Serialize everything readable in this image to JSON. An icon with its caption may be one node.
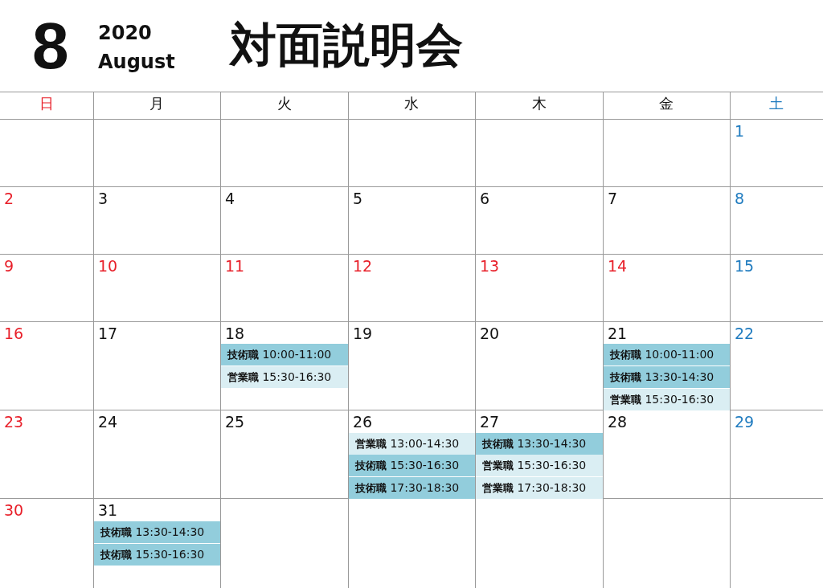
{
  "diagram": {
    "title": "対面説明会",
    "nodes": [
      {
        "text": [
          "**技術職** 10:00-11:00"
        ]
      },
      {
        "text": [
          "**営業職** 15:30-16:30"
        ]
      },
      {
        "text": [
          "**技術職** 10:00-11:00"
        ]
      },
      {
        "text": [
          "**技術職** 13:30-14:30"
        ]
      },
      {
        "text": [
          "**営業職** 15:30-16:30"
        ]
      },
      {
        "text": [
          "**営業職** 13:00-14:30"
        ]
      },
      {
        "text": [
          "**技術職** 15:30-16:30"
        ]
      },
      {
        "text": [
          "**技術職** 17:30-18:30"
        ]
      },
      {
        "text": [
          "**技術職** 13:30-14:30"
        ]
      },
      {
        "text": [
          "**営業職** 15:30-16:30"
        ]
      },
      {
        "text": [
          "**営業職** 17:30-18:30"
        ]
      },
      {
        "text": [
          "**技術職** 13:30-14:30"
        ]
      },
      {
        "text": [
          "**技術職** 15:30-16:30"
        ]
      }
    ],
    "labels": [
      "8",
      "2020",
      "August",
      "日",
      "月",
      "火",
      "水",
      "木",
      "金",
      "土",
      "1",
      "2",
      "3",
      "4",
      "5",
      "6",
      "7",
      "8",
      "9",
      "10",
      "11",
      "12",
      "13",
      "14",
      "15",
      "16",
      "17",
      "18",
      "19",
      "20",
      "21",
      "22",
      "23",
      "24",
      "25",
      "26",
      "27",
      "28",
      "29",
      "30",
      "31"
    ]
  }
}
